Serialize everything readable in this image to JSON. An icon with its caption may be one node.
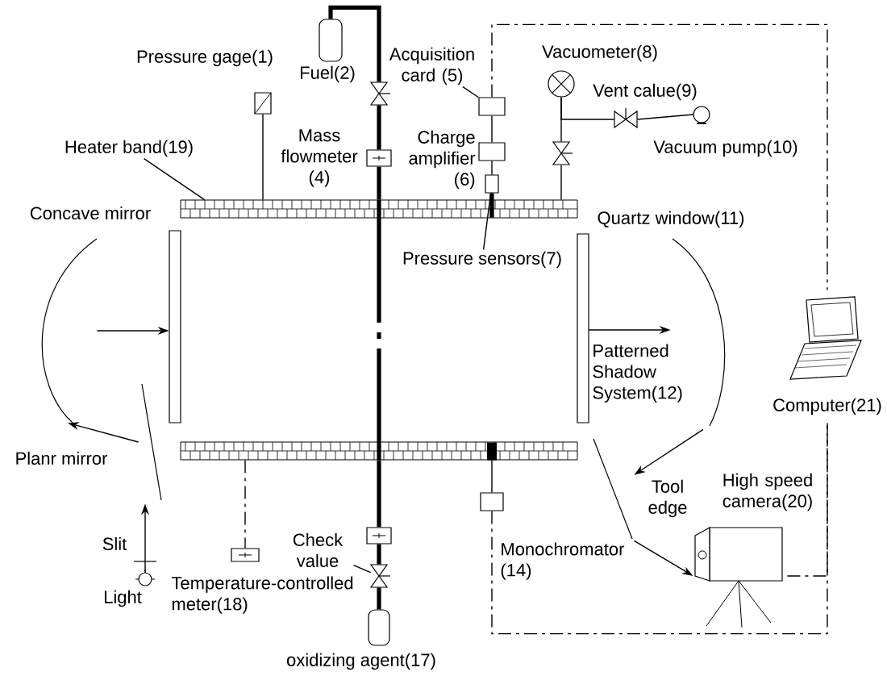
{
  "diagram": {
    "nodes": [
      {
        "text": [],
        "shape": "box"
      },
      {
        "text": [],
        "shape": "box",
        "beside": [
          "Pressure gage(1)"
        ]
      },
      {
        "text": [],
        "shape": "cylinder",
        "beside": [
          "Fuel(2)"
        ]
      },
      {
        "text": [],
        "shape": "valve"
      },
      {
        "text": [],
        "shape": "box",
        "beside": [
          "Mass flowmeter (4)"
        ]
      },
      {
        "text": [
          "Acquisition card (5)"
        ]
      },
      {
        "text": [],
        "shape": "box"
      },
      {
        "text": [],
        "shape": "box",
        "beside": [
          "Charge amplifier (6)"
        ]
      },
      {
        "text": [],
        "shape": "box"
      },
      {
        "text": [
          "Pressure sensors(7)"
        ],
        "in": 0
      },
      {
        "text": [],
        "shape": "circle",
        "beside": [
          "Vacuometer(8)"
        ]
      },
      {
        "text": [],
        "shape": "valve"
      },
      {
        "text": [],
        "shape": "valve",
        "beside": [
          "Vent calue(9)"
        ]
      },
      {
        "text": [],
        "shape": "circle",
        "beside": [
          "Vacuum pump(10)"
        ]
      },
      {
        "text": [
          "Heater band(19)"
        ]
      },
      {
        "text": [],
        "shape": "arc",
        "beside": [
          "Concave mirror"
        ]
      },
      {
        "text": [],
        "shape": "line",
        "beside": [
          "Planr mirror"
        ]
      },
      {
        "text": [],
        "shape": "circle",
        "beside": [
          "Light"
        ]
      },
      {
        "text": [],
        "shape": "box",
        "beside": [
          "Temperature-controlled meter(18)"
        ]
      },
      {
        "text": [],
        "shape": "box"
      },
      {
        "text": [
          "Check value"
        ]
      },
      {
        "text": [],
        "shape": "valve"
      },
      {
        "text": [],
        "shape": "cylinder",
        "beside": [
          "oxidizing agent(17)"
        ]
      },
      {
        "text": [],
        "shape": "box"
      },
      {
        "text": [],
        "shape": "arc"
      },
      {
        "text": [],
        "shape": "line",
        "beside": [
          "Tool edge"
        ]
      },
      {
        "text": [],
        "shape": "camera",
        "beside": [
          "High speed camera(20)"
        ]
      },
      {
        "text": [],
        "shape": "computer",
        "beside": [
          "Computer(21)"
        ]
      }
    ],
    "edges": [
      {
        "from": 1,
        "to": 0,
        "arrow": "none"
      },
      {
        "from": 2,
        "to": 3,
        "arrow": "none",
        "style": "thick"
      },
      {
        "from": 3,
        "to": 4,
        "arrow": "none",
        "style": "thick"
      },
      {
        "from": 4,
        "to": 0,
        "arrow": "none",
        "style": "thick"
      },
      {
        "from": 5,
        "to": 6,
        "arrow": "none"
      },
      {
        "from": 6,
        "to": 7,
        "arrow": "none"
      },
      {
        "from": 7,
        "to": 8,
        "arrow": "none"
      },
      {
        "from": 6,
        "to": 27,
        "arrow": "none",
        "style": "dashed"
      },
      {
        "from": 9,
        "to": 8,
        "arrow": "none"
      },
      {
        "from": 10,
        "to": 11,
        "arrow": "none"
      },
      {
        "from": 11,
        "to": 0,
        "arrow": "none"
      },
      {
        "from": 10,
        "to": 12,
        "arrow": "none"
      },
      {
        "from": 12,
        "to": 13,
        "arrow": "none"
      },
      {
        "from": 14,
        "to": 0,
        "arrow": "none"
      },
      {
        "from": 17,
        "to": 16,
        "arrow": "to"
      },
      {
        "from": 16,
        "to": 15,
        "arrow": "to"
      },
      {
        "from": 15,
        "to": 0,
        "arrow": "to"
      },
      {
        "from": 0,
        "to": 24,
        "arrow": "to"
      },
      {
        "from": 24,
        "to": 25,
        "arrow": "to"
      },
      {
        "from": 25,
        "to": 26,
        "arrow": "to"
      },
      {
        "from": 0,
        "to": 18,
        "arrow": "none",
        "style": "dashed"
      },
      {
        "from": 0,
        "to": 19,
        "arrow": "none",
        "style": "thick"
      },
      {
        "from": 19,
        "to": 21,
        "arrow": "none",
        "style": "thick"
      },
      {
        "from": 21,
        "to": 22,
        "arrow": "none",
        "style": "thick"
      },
      {
        "from": 20,
        "to": 21,
        "arrow": "none"
      },
      {
        "from": 0,
        "to": 23,
        "arrow": "other"
      },
      {
        "from": 23,
        "to": 27,
        "arrow": "none",
        "style": "dashed"
      },
      {
        "from": 26,
        "to": 27,
        "arrow": "none",
        "style": "dashed"
      },
      {
        "from": 8,
        "to": 0,
        "arrow": "none",
        "style": "thick"
      }
    ],
    "labels": [
      "Slit",
      "Quartz window(11)",
      "Patterned Shadow System(12)",
      "Monochromator (14)"
    ]
  }
}
